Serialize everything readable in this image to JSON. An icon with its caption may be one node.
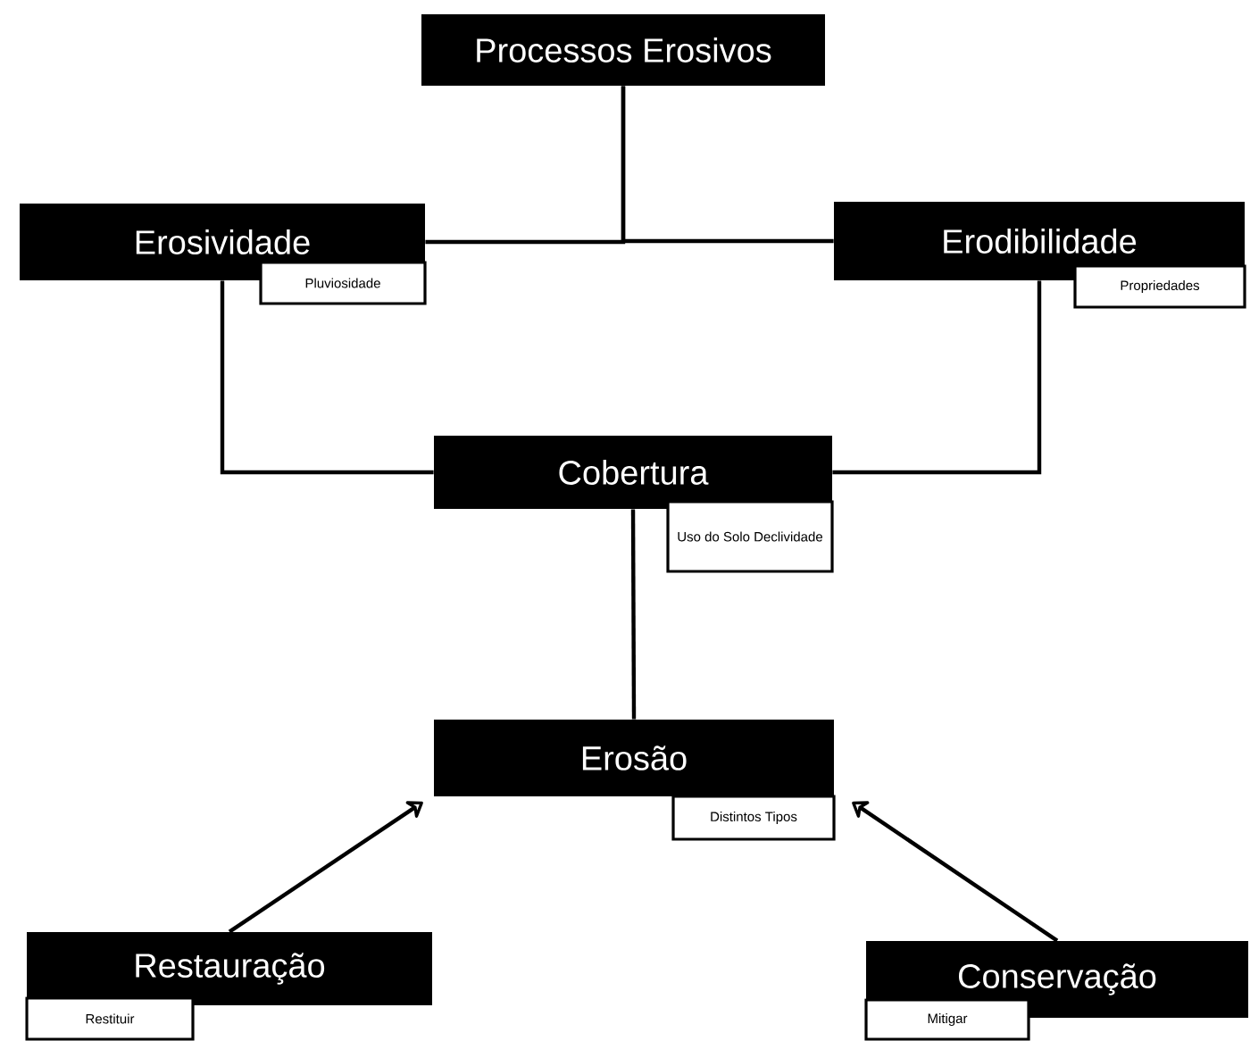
{
  "diagram": {
    "nodes": [
      {
        "text": [
          "Processos Erosivos"
        ]
      },
      {
        "text": [
          "Erosividade"
        ]
      },
      {
        "text": [
          "Pluviosidade"
        ]
      },
      {
        "text": [
          "Erodibilidade"
        ]
      },
      {
        "text": [
          "Propriedades"
        ]
      },
      {
        "text": [
          "Cobertura"
        ]
      },
      {
        "text": [
          "Uso do Solo Declividade"
        ]
      },
      {
        "text": [
          "Erosão"
        ]
      },
      {
        "text": [
          "Distintos Tipos"
        ]
      },
      {
        "text": [
          "Restauração"
        ]
      },
      {
        "text": [
          "Restituir"
        ]
      },
      {
        "text": [
          "Conservação"
        ]
      },
      {
        "text": [
          "Mitigar"
        ]
      }
    ],
    "edges": [
      {
        "from": 0,
        "to": 1,
        "arrow": "none"
      },
      {
        "from": 0,
        "to": 3,
        "arrow": "none"
      },
      {
        "from": 1,
        "to": 5,
        "arrow": "none"
      },
      {
        "from": 3,
        "to": 5,
        "arrow": "none"
      },
      {
        "from": 5,
        "to": 7,
        "arrow": "none"
      },
      {
        "from": 9,
        "to": 7,
        "arrow": "to"
      },
      {
        "from": 11,
        "to": 7,
        "arrow": "to"
      }
    ]
  }
}
